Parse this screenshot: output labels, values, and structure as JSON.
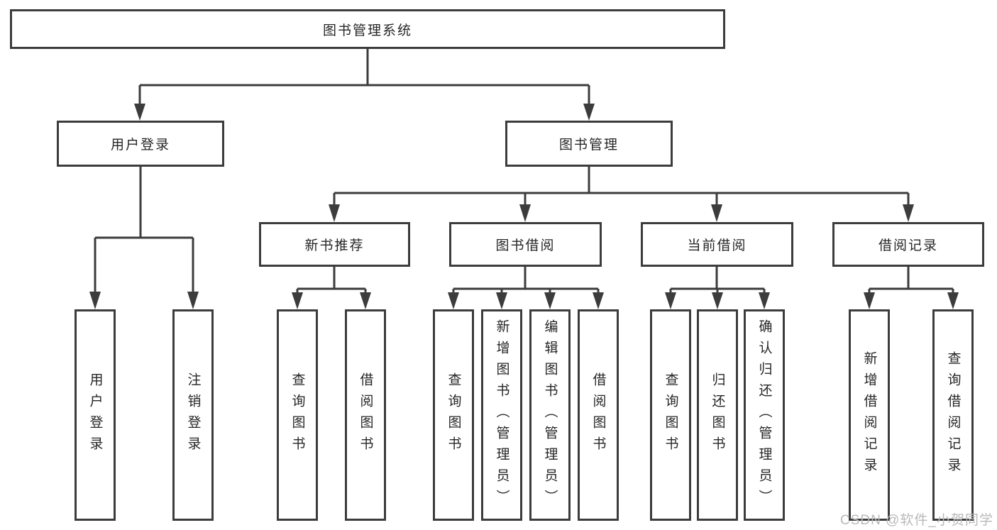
{
  "diagram": {
    "type": "hierarchy-tree",
    "title": "图书管理系统",
    "nodes": {
      "root": {
        "label": "图书管理系统",
        "children": [
          "user_login",
          "book_management"
        ]
      },
      "user_login": {
        "label": "用户登录",
        "children": [
          "ul_user_login",
          "ul_logout"
        ]
      },
      "book_management": {
        "label": "图书管理",
        "children": [
          "new_book_recommendation",
          "book_borrowing",
          "current_borrowing",
          "borrowing_records"
        ]
      },
      "new_book_recommendation": {
        "label": "新书推荐",
        "children": [
          "nb_query_books",
          "nb_borrow_books"
        ]
      },
      "book_borrowing": {
        "label": "图书借阅",
        "children": [
          "bb_query_books",
          "bb_add_books",
          "bb_edit_books",
          "bb_borrow_books"
        ]
      },
      "current_borrowing": {
        "label": "当前借阅",
        "children": [
          "cb_query_books",
          "cb_return_books",
          "cb_confirm_return"
        ]
      },
      "borrowing_records": {
        "label": "借阅记录",
        "children": [
          "br_add_record",
          "br_query_record"
        ]
      },
      "ul_user_login": {
        "label": "用户登录",
        "children": []
      },
      "ul_logout": {
        "label": "注销登录",
        "children": []
      },
      "nb_query_books": {
        "label": "查询图书",
        "children": []
      },
      "nb_borrow_books": {
        "label": "借阅图书",
        "children": []
      },
      "bb_query_books": {
        "label": "查询图书",
        "children": []
      },
      "bb_add_books": {
        "label": "新增图书（管理员）",
        "children": []
      },
      "bb_edit_books": {
        "label": "编辑图书（管理员）",
        "children": []
      },
      "bb_borrow_books": {
        "label": "借阅图书",
        "children": []
      },
      "cb_query_books": {
        "label": "查询图书",
        "children": []
      },
      "cb_return_books": {
        "label": "归还图书",
        "children": []
      },
      "cb_confirm_return": {
        "label": "确认归还（管理员）",
        "children": []
      },
      "br_add_record": {
        "label": "新增借阅记录",
        "children": []
      },
      "br_query_record": {
        "label": "查询借阅记录",
        "children": []
      }
    },
    "colors": {
      "line": "#3c3c3c",
      "box_border": "#3c3c3c",
      "box_background": "#ffffff",
      "text": "#262626",
      "watermark": "#b9b9b9"
    }
  },
  "watermark": {
    "text": "CSDN @软件_小贺同学"
  }
}
